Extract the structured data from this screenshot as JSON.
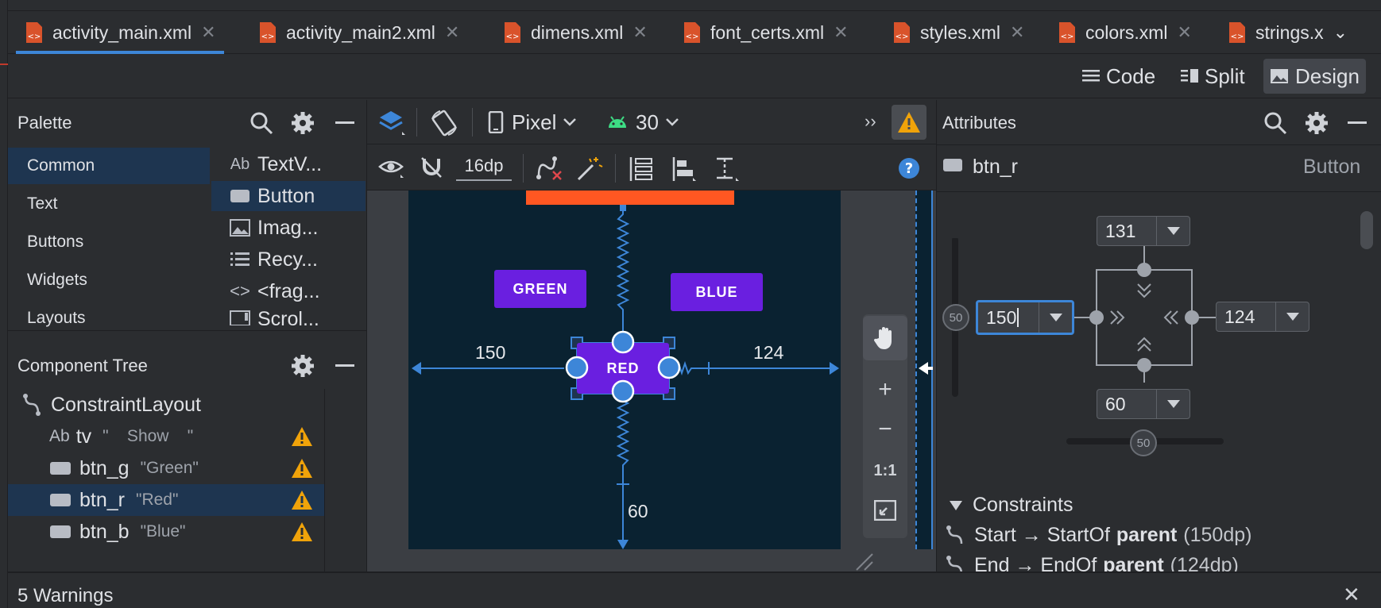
{
  "tabs": [
    {
      "label": "activity_main.xml",
      "active": true,
      "closable": true
    },
    {
      "label": "activity_main2.xml",
      "active": false,
      "closable": true
    },
    {
      "label": "dimens.xml",
      "active": false,
      "closable": true
    },
    {
      "label": "font_certs.xml",
      "active": false,
      "closable": true
    },
    {
      "label": "styles.xml",
      "active": false,
      "closable": true
    },
    {
      "label": "colors.xml",
      "active": false,
      "closable": true
    },
    {
      "label": "strings.x",
      "active": false,
      "closable": false
    }
  ],
  "view_modes": {
    "code": "Code",
    "split": "Split",
    "design": "Design",
    "selected": "Design"
  },
  "palette": {
    "title": "Palette",
    "categories": [
      "Common",
      "Text",
      "Buttons",
      "Widgets",
      "Layouts"
    ],
    "selected_category": "Common",
    "items": [
      {
        "icon": "Ab",
        "label": "TextV..."
      },
      {
        "icon": "button-icon",
        "label": "Button"
      },
      {
        "icon": "image-icon",
        "label": "Imag..."
      },
      {
        "icon": "list-icon",
        "label": "Recy..."
      },
      {
        "icon": "fragment-icon",
        "label": "<frag..."
      },
      {
        "icon": "scroll-icon",
        "label": "Scrol..."
      }
    ],
    "selected_item": "Button"
  },
  "component_tree": {
    "title": "Component Tree",
    "root": "ConstraintLayout",
    "children": [
      {
        "icon": "Ab",
        "id": "tv",
        "ref": "\"    Show    \"",
        "warning": true
      },
      {
        "icon": "button-icon",
        "id": "btn_g",
        "ref": "\"Green\"",
        "warning": true
      },
      {
        "icon": "button-icon",
        "id": "btn_r",
        "ref": "\"Red\"",
        "warning": true,
        "selected": true
      },
      {
        "icon": "button-icon",
        "id": "btn_b",
        "ref": "\"Blue\"",
        "warning": true
      }
    ]
  },
  "design_toolbar": {
    "device": "Pixel",
    "api": "30",
    "margin": "16dp",
    "overflow": "››"
  },
  "canvas": {
    "buttons": {
      "green": "GREEN",
      "blue": "BLUE",
      "red": "RED"
    },
    "dims": {
      "start": "150",
      "end": "124",
      "bottom": "60"
    }
  },
  "zoom": {
    "plus": "+",
    "minus": "−",
    "one_to_one": "1:1"
  },
  "attributes": {
    "title": "Attributes",
    "component_id": "btn_r",
    "component_type": "Button",
    "margins": {
      "top": "131",
      "start": "150",
      "end": "124",
      "bottom": "60"
    },
    "bias": {
      "vertical": "50",
      "horizontal": "50"
    },
    "constraints_title": "Constraints",
    "constraints": [
      {
        "from": "Start",
        "arrow": "→",
        "to": "StartOf",
        "target": "parent",
        "dp": "(150dp)"
      },
      {
        "from": "End",
        "arrow": "→",
        "to": "EndOf",
        "target": "parent",
        "dp": "(124dp)"
      }
    ]
  },
  "bottom": {
    "warnings": "5 Warnings",
    "close": "✕"
  },
  "colors": {
    "accent": "#3d86d8",
    "button_purple": "#6a1fe0",
    "orange_bar": "#ff5722",
    "warning": "#f0a30a",
    "device_bg": "#0a2231",
    "selection": "#1e3550"
  }
}
